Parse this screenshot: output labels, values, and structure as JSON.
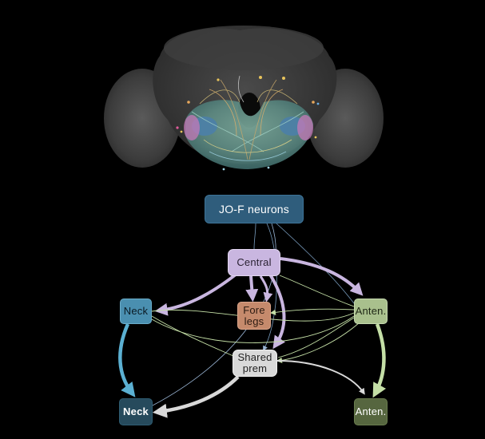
{
  "nodes": {
    "jo_f": "JO-F neurons",
    "central": "Central",
    "neck_upper": "Neck",
    "fore_legs_line1": "Fore",
    "fore_legs_line2": "legs",
    "anten_upper": "Anten.",
    "shared_line1": "Shared",
    "shared_line2": "prem",
    "neck_lower": "Neck",
    "anten_lower": "Anten."
  },
  "colors": {
    "background": "#000000",
    "jo_f": "#2f5d7c",
    "central": "#c9b6e0",
    "neck_upper": "#4a8fb0",
    "fore_legs": "#c58a6c",
    "anten_upper": "#a9c08d",
    "shared": "#d9d9d9",
    "neck_lower": "#264a5c",
    "anten_lower": "#56663f"
  }
}
